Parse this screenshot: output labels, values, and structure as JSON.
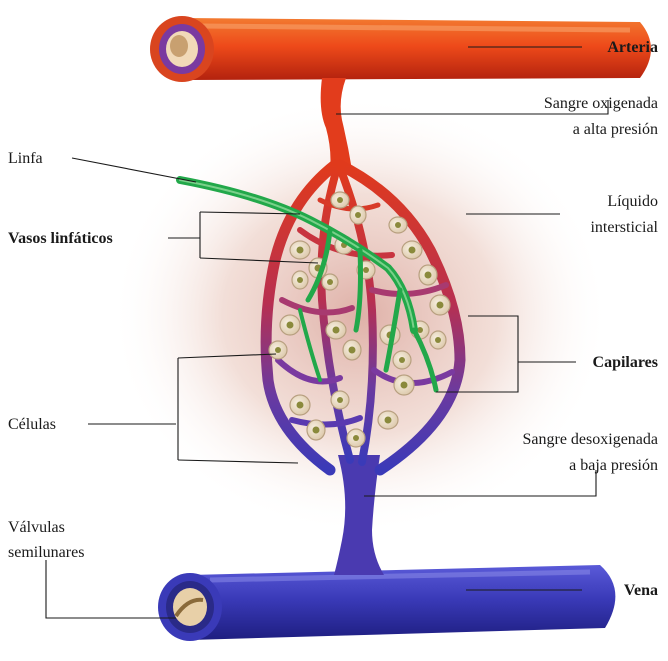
{
  "labels": {
    "arteria": "Arteria",
    "sangre_oxigenada": [
      "Sangre oxigenada",
      "a alta presión"
    ],
    "linfa": "Linfa",
    "liquido_intersticial": [
      "Líquido",
      "intersticial"
    ],
    "vasos_linfaticos": "Vasos linfáticos",
    "capilares": "Capilares",
    "celulas": "Células",
    "sangre_desoxigenada": [
      "Sangre desoxigenada",
      "a baja presión"
    ],
    "valvulas_semilunares": [
      "Válvulas",
      "semilunares"
    ],
    "vena": "Vena"
  },
  "colors": {
    "artery": "#e8401c",
    "vein": "#3c3cb4",
    "lymph": "#22a84a",
    "cell_fill": "#efe4cf",
    "nucleus": "#8a8a3c",
    "interstitial_glow": "#c88a78",
    "leader_line": "#1a1a1a"
  }
}
